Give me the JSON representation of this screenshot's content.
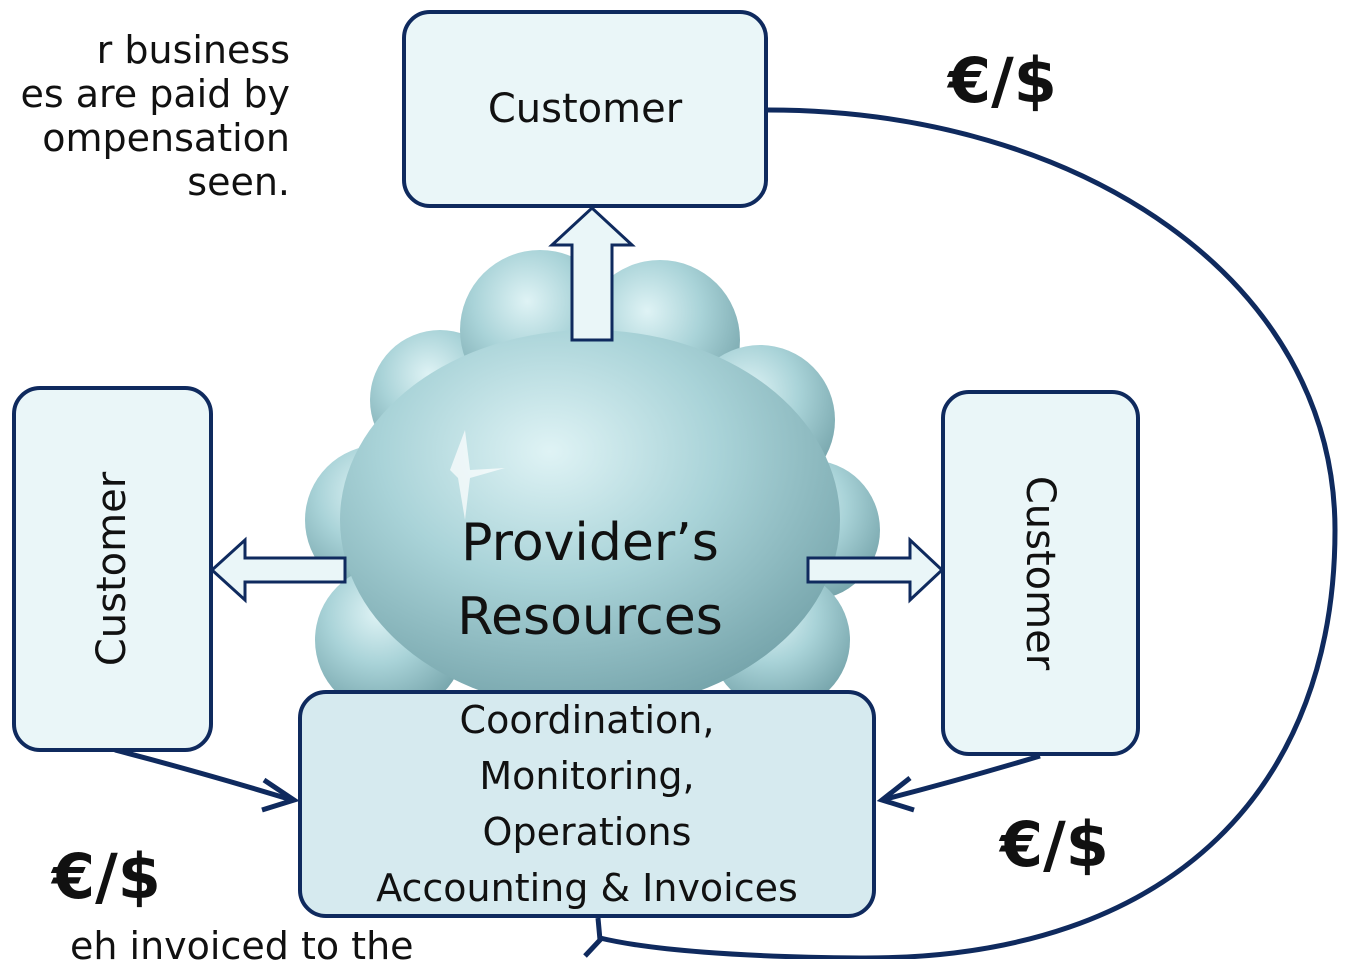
{
  "intro_lines": [
    "r business",
    "es are paid by",
    "ompensation",
    "seen."
  ],
  "footer_text": "eh invoiced to the",
  "customer_top": "Customer",
  "customer_left": "Customer",
  "customer_right": "Customer",
  "provider": {
    "line1": "Provider’s",
    "line2": "Resources"
  },
  "coordination": {
    "line1": "Coordination,",
    "line2": "Monitoring,",
    "line3": "Operations",
    "line4": "Accounting & Invoices"
  },
  "currency": {
    "top": "€/$",
    "left": "€/$",
    "right": "€/$"
  },
  "colors": {
    "outline": "#0f2a5e",
    "box_fill": "#eaf6f8",
    "coord_fill": "#d6eaef",
    "cloud": "#8fc3c9"
  }
}
